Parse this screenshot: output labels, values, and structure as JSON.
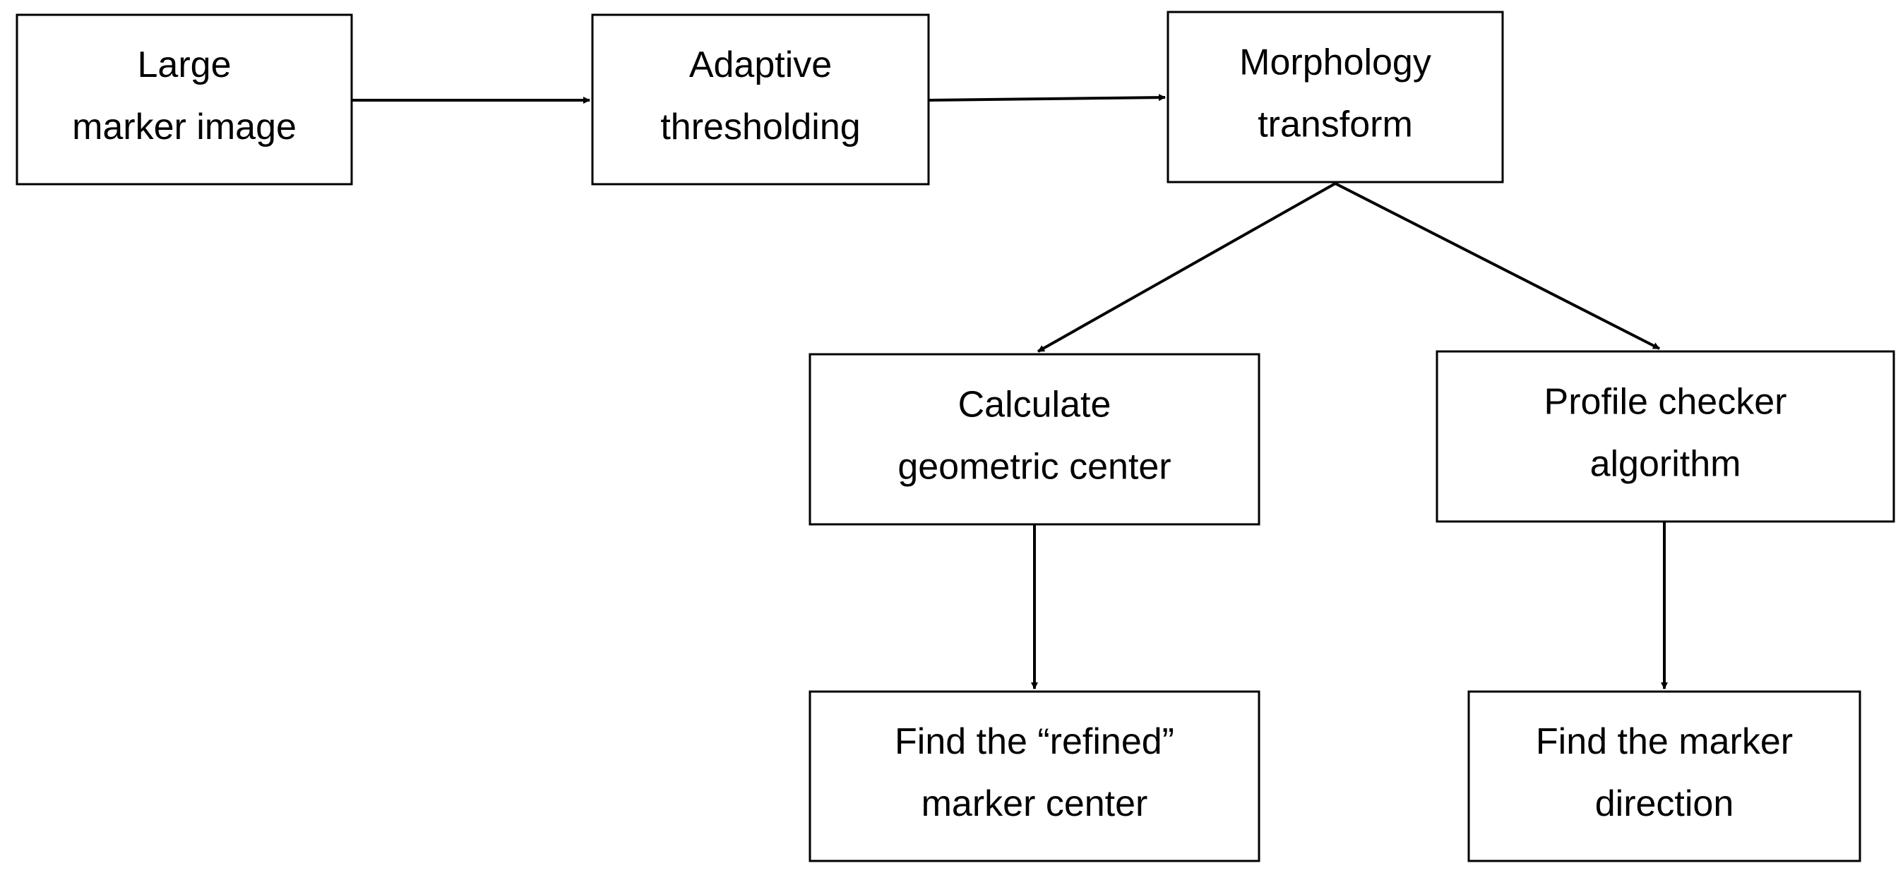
{
  "nodes": [
    {
      "id": "large-marker-image",
      "lines": [
        "Large",
        "marker image"
      ]
    },
    {
      "id": "adaptive-thresholding",
      "lines": [
        "Adaptive",
        "thresholding"
      ]
    },
    {
      "id": "morphology-transform",
      "lines": [
        "Morphology",
        "transform"
      ]
    },
    {
      "id": "calculate-geometric-center",
      "lines": [
        "Calculate",
        "geometric center"
      ]
    },
    {
      "id": "profile-checker-algorithm",
      "lines": [
        "Profile checker",
        "algorithm"
      ]
    },
    {
      "id": "find-refined-marker-center",
      "lines": [
        "Find the “refined”",
        "marker center"
      ]
    },
    {
      "id": "find-marker-direction",
      "lines": [
        "Find the marker",
        "direction"
      ]
    }
  ],
  "edges": [
    {
      "from": "large-marker-image",
      "to": "adaptive-thresholding"
    },
    {
      "from": "adaptive-thresholding",
      "to": "morphology-transform"
    },
    {
      "from": "morphology-transform",
      "to": "calculate-geometric-center"
    },
    {
      "from": "morphology-transform",
      "to": "profile-checker-algorithm"
    },
    {
      "from": "calculate-geometric-center",
      "to": "find-refined-marker-center"
    },
    {
      "from": "profile-checker-algorithm",
      "to": "find-marker-direction"
    }
  ]
}
